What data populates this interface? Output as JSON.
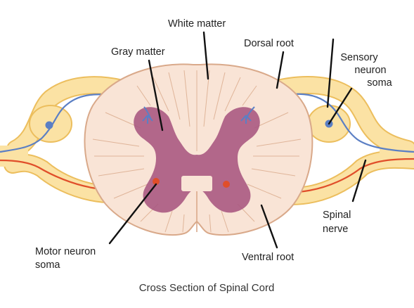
{
  "labels": {
    "white_matter": "White matter",
    "gray_matter": "Gray matter",
    "dorsal_root": "Dorsal root",
    "sensory_soma_line1": "Sensory",
    "sensory_soma_line2": "neuron",
    "sensory_soma_line3": "soma",
    "spinal_nerve_line1": "Spinal",
    "spinal_nerve_line2": "nerve",
    "motor_soma_line1": "Motor neuron",
    "motor_soma_line2": "soma",
    "ventral_root": "Ventral root"
  },
  "caption": "Cross Section of Spinal Cord",
  "colors": {
    "white_matter": "#f9e4d6",
    "white_matter_stroke": "#d9a98a",
    "gray_matter": "#a7557f",
    "nerve_sheath": "#fbe2a4",
    "nerve_sheath_stroke": "#ecbe5d",
    "sensory_axon": "#5b7fc4",
    "motor_axon": "#e04e2a"
  }
}
